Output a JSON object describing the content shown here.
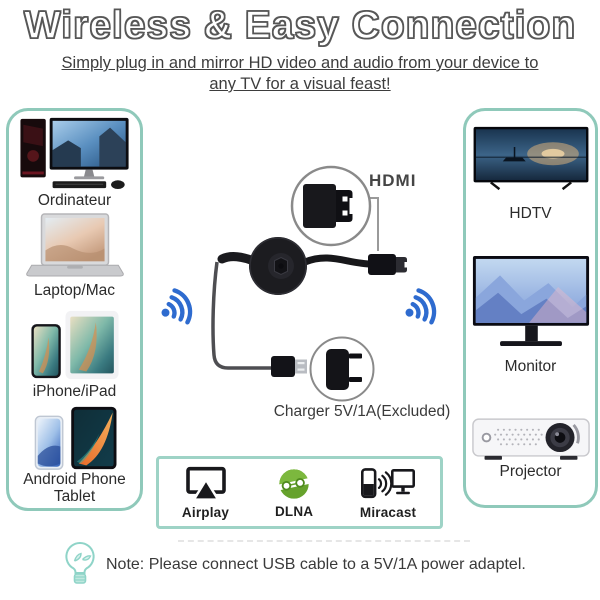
{
  "header": {
    "title": "Wireless & Easy Connection",
    "subtitle_line1": "Simply plug in and mirror HD video and audio from your device to",
    "subtitle_line2": "any TV for a visual feast!"
  },
  "sources": {
    "items": [
      {
        "label": "Ordinateur",
        "icon": "desktop-computer"
      },
      {
        "label": "Laptop/Mac",
        "icon": "laptop"
      },
      {
        "label": "iPhone/iPad",
        "icon": "iphone-ipad"
      },
      {
        "label": "Android Phone Tablet",
        "icon": "android-phone-tablet"
      }
    ]
  },
  "outputs": {
    "items": [
      {
        "label": "HDTV",
        "icon": "hdtv"
      },
      {
        "label": "Monitor",
        "icon": "monitor"
      },
      {
        "label": "Projector",
        "icon": "projector"
      }
    ]
  },
  "center": {
    "hdmi_label": "HDMI",
    "charger_label": "Charger 5V/1A(Excluded)",
    "device": "wireless-display-dongle",
    "wifi_icons": 2
  },
  "protocols": {
    "items": [
      {
        "label": "Airplay",
        "icon": "airplay-icon"
      },
      {
        "label": "DLNA",
        "icon": "dlna-icon"
      },
      {
        "label": "Miracast",
        "icon": "miracast-icon"
      }
    ]
  },
  "note": {
    "text": "Note: Please connect USB cable to a 5V/1A power adaptel."
  },
  "colors": {
    "panel_border": "#8fc9ba",
    "proto_panel_border": "#9ed3c6",
    "wifi_blue": "#2e6bcf",
    "dlna_green": "#66a22c",
    "bulb_teal": "#8fd4c8",
    "title_outline": "#565656"
  }
}
